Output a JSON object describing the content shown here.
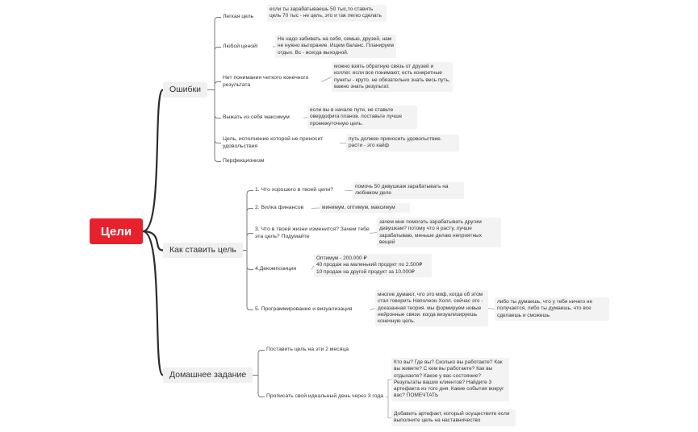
{
  "map": {
    "root": "Цели",
    "branches": [
      {
        "label": "Ошибки",
        "topics": [
          {
            "label": "Легкая цель",
            "notes": [
              "если ты зарабатываешь 50 тыс,то ставить цель 70 тыс - не цель, это и так легко сделать"
            ]
          },
          {
            "label": "Любой ценой!",
            "notes": [
              "Не надо забивать на себя, семью, друзей, нам не нужно выгорание. Ищем баланс. Планируем отдых. Вс - всегда выходной."
            ]
          },
          {
            "label": "Нет понимания четкого конечного результата",
            "notes": [
              "можно взять обратную связь от друзей и коллег. если все понимают, есть конкретные пункты - круто. не обязательно знать весь путь, важно знать результат."
            ]
          },
          {
            "label": "Выжать из себя максимум",
            "notes": [
              "если вы в начале пути, не ставьте овердофига планов. поставьте лучше промежуточную цель."
            ]
          },
          {
            "label": "Цель, исполнение которой не приносит удовольствия",
            "notes": [
              "путь должен приносить удовольствие. расти - это кайф"
            ]
          },
          {
            "label": "Перфекционизм",
            "notes": []
          }
        ]
      },
      {
        "label": "Как ставить цель",
        "topics": [
          {
            "label": "1. Что хорошего в твоей цели?",
            "notes": [
              "помочь 50 девушкам зарабатывать на любимом деле"
            ]
          },
          {
            "label": "2. Вилка финансов",
            "notes": [
              "минимум, оптимум, максимум"
            ]
          },
          {
            "label": "3. Что в твоей жизни изменится? Зачем тебе эта цель? Подумайте",
            "notes": [
              "зачем мне помогать зарабатывать другим девушкам? потому что я расту, лучше зарабатываю, меньше делаю неприятных вещей"
            ]
          },
          {
            "label": "4.Декомпозиция",
            "notes": [
              "Оптимум - 200.000 ₽\n40 продаж на маленький продукт по 2.500₽\n10 продаж на другой продукт за 10.000₽"
            ]
          },
          {
            "label": "5. Программирование и визуализация",
            "notes": [
              "многие думают, что это миф, когда об этом стал говорить Наполеон Холл. сейчас это - доказанная теория. мы формируем новые нейронные связи. когда визуализируешь конечную цель.",
              "либо ты думаешь, что у тебя ничего не получается, либо ты думаешь, что все сделаешь и сможешь"
            ]
          }
        ]
      },
      {
        "label": "Домашнее задание",
        "topics": [
          {
            "label": "Поставить цель на эти 2 месяца",
            "notes": []
          },
          {
            "label": "Прописать свой идеальный день через 3 года",
            "notes": [
              "Кто вы? Где вы? Сколько вы работаете? Как вы живете? С кем вы работаете? Как вы отдыхаете? Какое у вас состояние? Результаты ваших клиентов? Найдите 3 артефакта из того дня. Какие события вокруг вас? ПОМЕЧТАТЬ",
              "Добавить артефакт, который осуществите если выполните цель на наставничество"
            ]
          }
        ]
      }
    ]
  },
  "colors": {
    "root_bg": "#e8222c",
    "root_text": "#ffffff",
    "main_line": "#2b2b2b",
    "topic_line": "#7a7a7a",
    "note_line": "#b5b5b5",
    "note_bg": "#f3f3f3",
    "branch_bg": "#f0f0f0"
  }
}
